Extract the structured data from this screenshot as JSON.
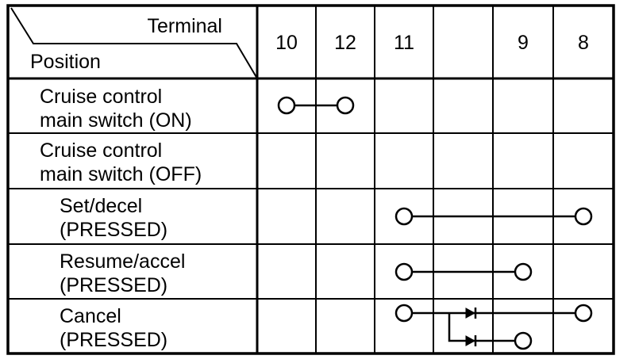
{
  "header": {
    "terminal_label": "Terminal",
    "position_label": "Position"
  },
  "terminals": [
    "10",
    "12",
    "11",
    "",
    "9",
    "8"
  ],
  "rows": [
    {
      "line1": "Cruise control",
      "line2": "main switch (ON)"
    },
    {
      "line1": "Cruise control",
      "line2": "main switch (OFF)"
    },
    {
      "line1": "Set/decel",
      "line2": "(PRESSED)"
    },
    {
      "line1": "Resume/accel",
      "line2": "(PRESSED)"
    },
    {
      "line1": "Cancel",
      "line2": "(PRESSED)"
    }
  ]
}
